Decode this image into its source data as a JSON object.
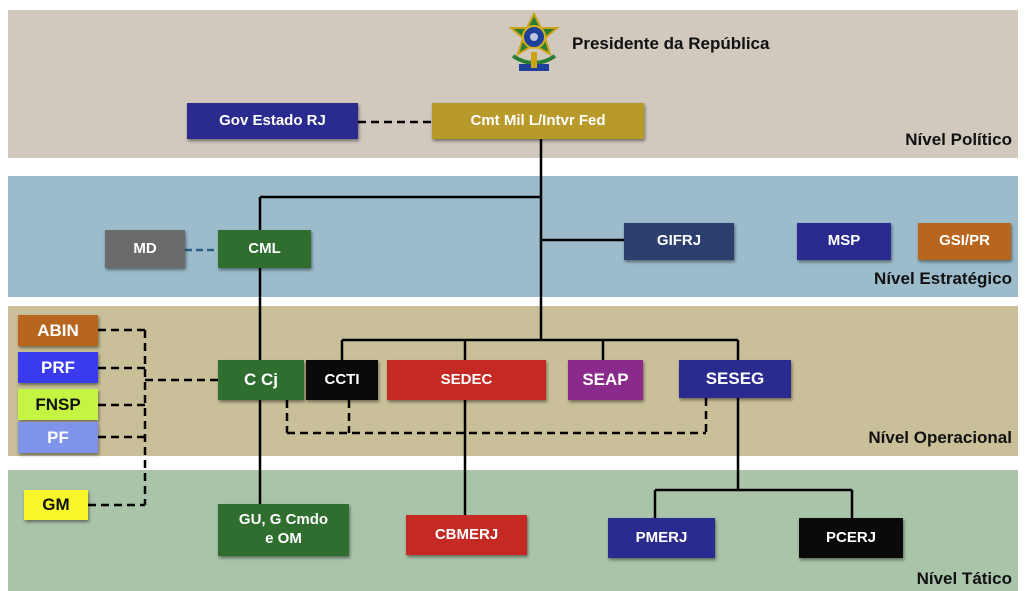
{
  "title": "Presidente da República",
  "levels": {
    "politico": "Nível Político",
    "estrategico": "Nível Estratégico",
    "operacional": "Nível Operacional",
    "tatico": "Nível Tático"
  },
  "nodes": {
    "gov_estado_rj": "Gov Estado RJ",
    "cmt_mil": "Cmt Mil L/Intvr Fed",
    "md": "MD",
    "cml": "CML",
    "gifrj": "GIFRJ",
    "msp": "MSP",
    "gsi_pr": "GSI/PR",
    "abin": "ABIN",
    "prf": "PRF",
    "fnsp": "FNSP",
    "pf": "PF",
    "gm": "GM",
    "c_cj": "C Cj",
    "ccti": "CCTI",
    "sedec": "SEDEC",
    "seap": "SEAP",
    "seseg": "SESEG",
    "gu_line1": "GU, G Cmdo",
    "gu_line2": "e OM",
    "cbmerj": "CBMERJ",
    "pmerj": "PMERJ",
    "pcerj": "PCERJ"
  },
  "colors": {
    "politico_band": "#d1c8be",
    "estrategico_band": "#9cbccc",
    "operacional_band": "#c9bf98",
    "tatico_band": "#aac4aa",
    "navy": "#2b2b8f",
    "gold": "#b89a2a",
    "green": "#2f6e2f",
    "gray": "#6b6b6b",
    "darkblue": "#2c3f6e",
    "orange": "#b8651e",
    "blue": "#3a3aee",
    "lime": "#c5f542",
    "lavender": "#7f93ea",
    "yellow": "#f7f72a",
    "black": "#0a0a0a",
    "red": "#c42a23",
    "purple": "#8a2a8a"
  },
  "icons": {
    "coat_of_arms": "brazil-coat-of-arms-icon"
  }
}
